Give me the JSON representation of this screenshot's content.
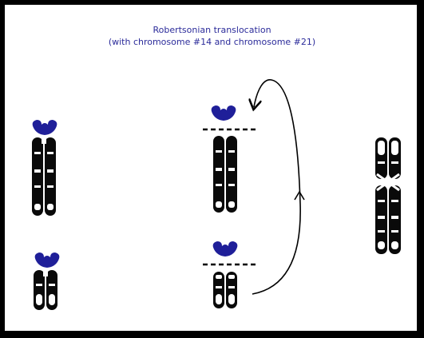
{
  "title": {
    "line1": "Robertsonian translocation",
    "line2": "(with chromosome #14 and chromosome #21)"
  },
  "colors": {
    "text": "#2b2b9a",
    "chromosome_body": "#0a0a0a",
    "satellite": "#1f1f99",
    "frame": "#000000"
  },
  "figure": {
    "left_column": [
      "chromosome #14 (acrocentric, with satellite)",
      "chromosome #21 (acrocentric, with satellite)"
    ],
    "middle_column": [
      "chromosome #14 with short arm break",
      "chromosome #21 with short arm break"
    ],
    "right_column": [
      "fused translocation chromosome"
    ],
    "arrow": "curved arrow from chromosome #21 long arm up to chromosome #14"
  }
}
